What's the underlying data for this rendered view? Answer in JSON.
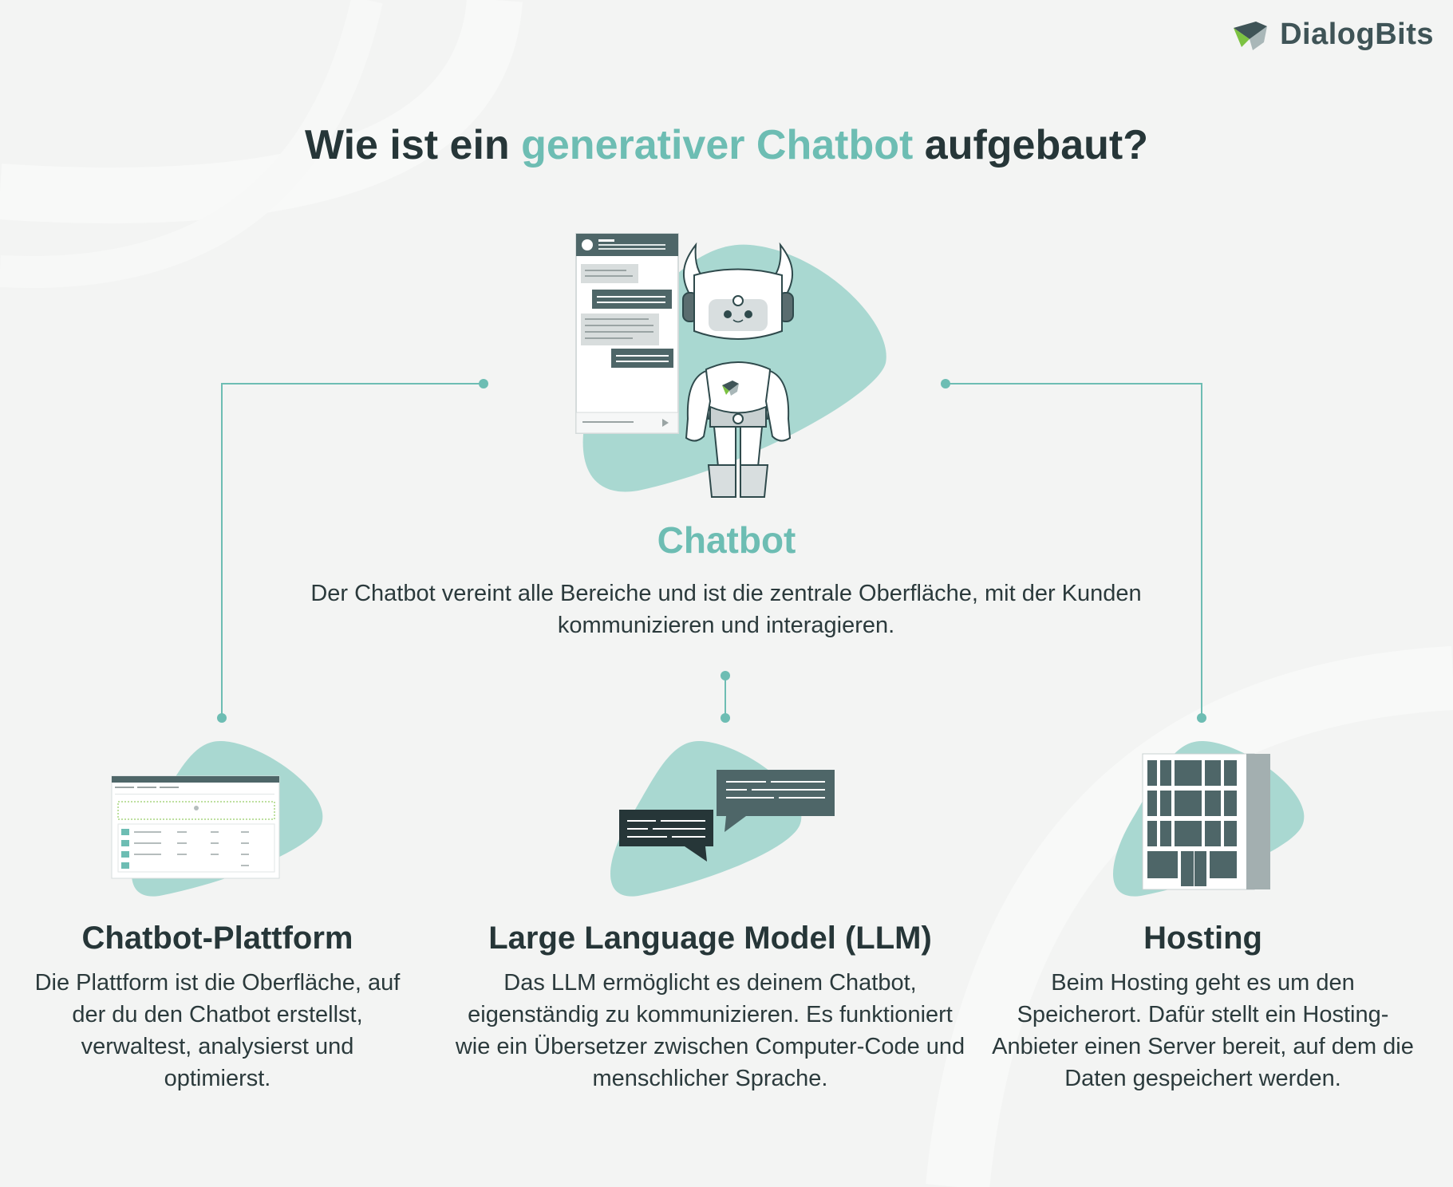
{
  "logo": {
    "text": "DialogBits",
    "icon": "dialogbits-logo-icon"
  },
  "title": {
    "prefix": "Wie ist ein ",
    "accent": "generativer Chatbot",
    "suffix": " aufgebaut?"
  },
  "chatbot": {
    "title": "Chatbot",
    "description": "Der Chatbot vereint alle Bereiche und ist die zentrale Oberfläche, mit der Kunden kommunizieren und interagieren."
  },
  "columns": [
    {
      "title": "Chatbot-Plattform",
      "description": "Die Plattform ist die Oberfläche, auf der du den Chatbot erstellst, verwaltest, analysierst und optimierst.",
      "icon": "platform-screenshot-icon"
    },
    {
      "title": "Large Language Model (LLM)",
      "description": "Das LLM ermöglicht es deinem Chatbot, eigenständig zu kommunizieren. Es funktioniert wie ein Übersetzer zwischen Computer-Code und menschlicher Sprache.",
      "icon": "speech-bubbles-icon"
    },
    {
      "title": "Hosting",
      "description": "Beim Hosting geht es um den Speicherort. Dafür stellt ein Hosting-Anbieter einen Server bereit, auf dem die Daten gespeichert werden.",
      "icon": "server-building-icon"
    }
  ],
  "colors": {
    "accent": "#6dbdb3",
    "dark": "#263638",
    "blob": "#a9d8d1",
    "background": "#f3f4f3",
    "slate": "#4e6668"
  }
}
